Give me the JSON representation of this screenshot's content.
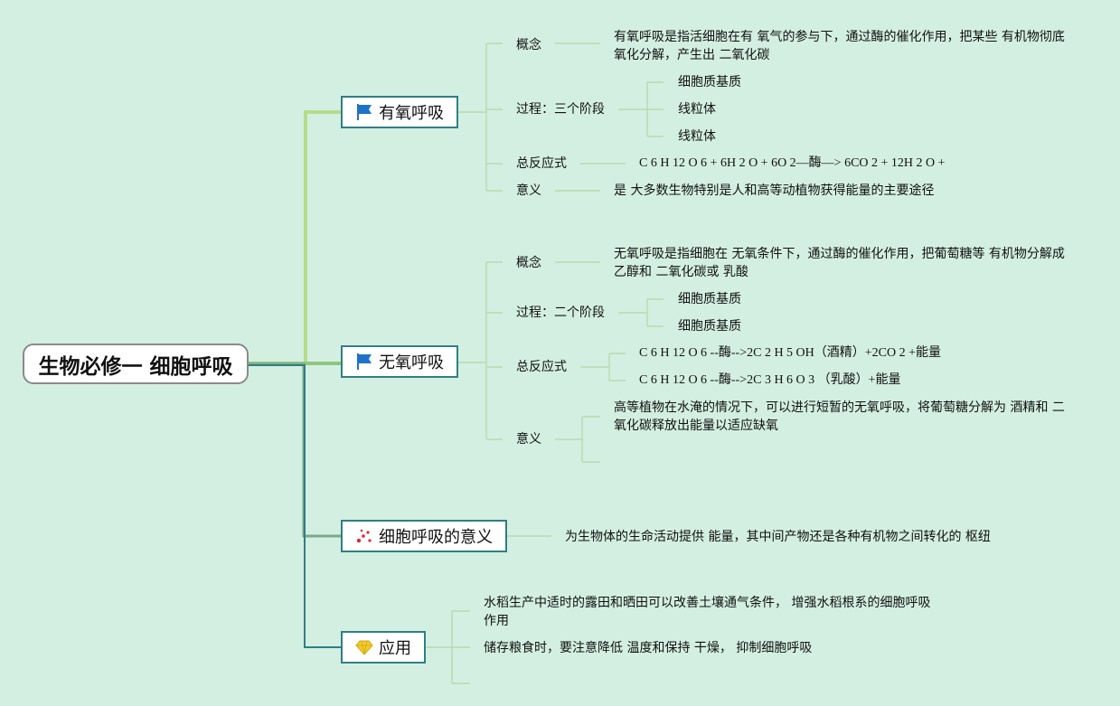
{
  "root": {
    "title": "生物必修一 细胞呼吸"
  },
  "branches": {
    "aerobic": {
      "label": "有氧呼吸",
      "icon": "flag-icon",
      "concept_label": "概念",
      "concept_text": "有氧呼吸是指活细胞在有 氧气的参与下，通过酶的催化作用，把某些 有机物彻底氧化分解，产生出 二氧化碳",
      "process_label": "过程：三个阶段",
      "process_items": [
        "细胞质基质",
        "线粒体",
        "线粒体"
      ],
      "equation_label": "总反应式",
      "equation": "C 6 H 12 O 6 + 6H 2 O + 6O 2—酶—> 6CO 2 + 12H 2 O +",
      "meaning_label": "意义",
      "meaning_text": "是 大多数生物特别是人和高等动植物获得能量的主要途径"
    },
    "anaerobic": {
      "label": "无氧呼吸",
      "icon": "flag-icon",
      "concept_label": "概念",
      "concept_text": "无氧呼吸是指细胞在 无氧条件下，通过酶的催化作用，把葡萄糖等 有机物分解成 乙醇和 二氧化碳或 乳酸",
      "process_label": "过程：二个阶段",
      "process_items": [
        "细胞质基质",
        "细胞质基质"
      ],
      "equation_label": "总反应式",
      "equations": [
        "C 6 H 12 O 6 --酶-->2C 2 H 5 OH（酒精）+2CO 2 +能量",
        "C 6 H 12 O 6 --酶-->2C 3 H 6 O 3 （乳酸）+能量"
      ],
      "meaning_label": "意义",
      "meaning_text": "高等植物在水淹的情况下，可以进行短暂的无氧呼吸，将葡萄糖分解为 酒精和 二氧化碳释放出能量以适应缺氧"
    },
    "significance": {
      "label": "细胞呼吸的意义",
      "icon": "sparkle-icon",
      "text": "为生物体的生命活动提供 能量，其中间产物还是各种有机物之间转化的 枢纽"
    },
    "application": {
      "label": "应用",
      "icon": "diamond-icon",
      "items": [
        "水稻生产中适时的露田和晒田可以改善土壤通气条件， 增强水稻根系的细胞呼吸作用",
        "储存粮食时，要注意降低 温度和保持 干燥， 抑制细胞呼吸"
      ]
    }
  },
  "colors": {
    "background": "#d3efe1",
    "aerobic_line": "#b6dc8c",
    "anaerobic_line": "#8fc77e",
    "significance_line": "#7aa98a",
    "application_line": "#2f7f86",
    "detail_line": "#b7dcb0",
    "flag": "#1e73c8",
    "sparkle": "#d9283c",
    "diamond": "#f2cc2e"
  }
}
